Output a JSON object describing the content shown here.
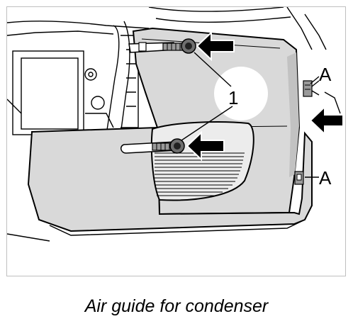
{
  "figure": {
    "callouts": {
      "part_number": "1",
      "connector_top": "A",
      "connector_bottom": "A"
    },
    "caption": "Air guide for condenser",
    "colors": {
      "stroke": "#000000",
      "part_fill": "#d9d9d9",
      "shadow_fill": "#c2c2c2",
      "background": "#ffffff"
    }
  }
}
